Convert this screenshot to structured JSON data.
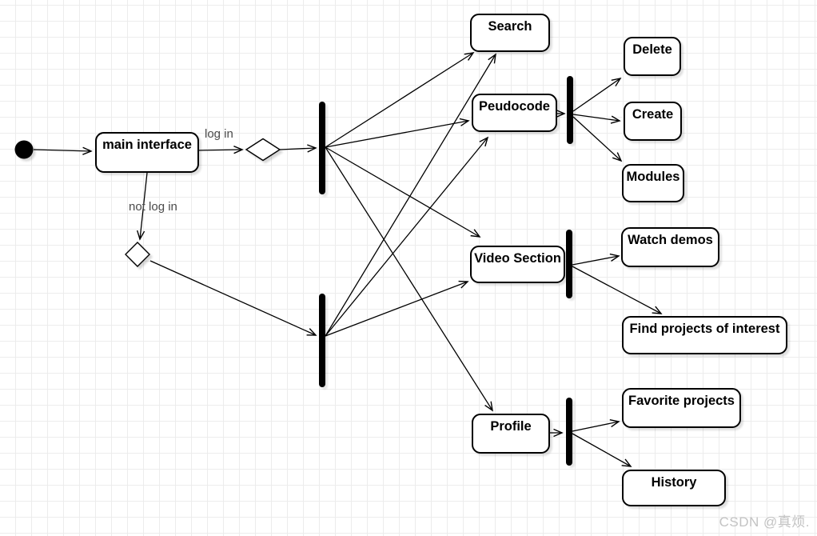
{
  "diagram": {
    "nodes": {
      "main_interface": {
        "label": "main interface"
      },
      "search": {
        "label": "Search"
      },
      "peudocode": {
        "label": "Peudocode"
      },
      "delete": {
        "label": "Delete"
      },
      "create": {
        "label": "Create"
      },
      "modules": {
        "label": "Modules"
      },
      "video_section": {
        "label": "Video Section"
      },
      "watch_demos": {
        "label": "Watch demos"
      },
      "find_projects": {
        "label": "Find projects of interest"
      },
      "profile": {
        "label": "Profile"
      },
      "favorite_projects": {
        "label": "Favorite projects"
      },
      "history": {
        "label": "History"
      }
    },
    "edge_labels": {
      "log_in": "log in",
      "not_log_in": "not log in"
    },
    "edges": [
      {
        "from": "start",
        "to": "main_interface"
      },
      {
        "from": "main_interface",
        "to": "decision_1",
        "label": "log in"
      },
      {
        "from": "decision_1",
        "to": "fork_1"
      },
      {
        "from": "main_interface",
        "to": "decision_2",
        "label": "not log in"
      },
      {
        "from": "decision_2",
        "to": "fork_2"
      },
      {
        "from": "fork_1",
        "to": "search"
      },
      {
        "from": "fork_1",
        "to": "peudocode"
      },
      {
        "from": "fork_1",
        "to": "video_section"
      },
      {
        "from": "fork_1",
        "to": "profile"
      },
      {
        "from": "fork_2",
        "to": "search"
      },
      {
        "from": "fork_2",
        "to": "peudocode"
      },
      {
        "from": "fork_2",
        "to": "video_section"
      },
      {
        "from": "peudocode",
        "to": "fork_3"
      },
      {
        "from": "fork_3",
        "to": "delete"
      },
      {
        "from": "fork_3",
        "to": "create"
      },
      {
        "from": "fork_3",
        "to": "modules"
      },
      {
        "from": "video_section",
        "to": "fork_4"
      },
      {
        "from": "fork_4",
        "to": "watch_demos"
      },
      {
        "from": "fork_4",
        "to": "find_projects"
      },
      {
        "from": "profile",
        "to": "fork_5"
      },
      {
        "from": "fork_5",
        "to": "favorite_projects"
      },
      {
        "from": "fork_5",
        "to": "history"
      }
    ],
    "colors": {
      "stroke": "#000000",
      "node_fill": "#ffffff",
      "grid_line": "#ececec",
      "edge_label_text": "#4a4a4a",
      "watermark_text": "#c3c3c3"
    }
  },
  "page": {
    "watermark": "CSDN @真烦."
  }
}
